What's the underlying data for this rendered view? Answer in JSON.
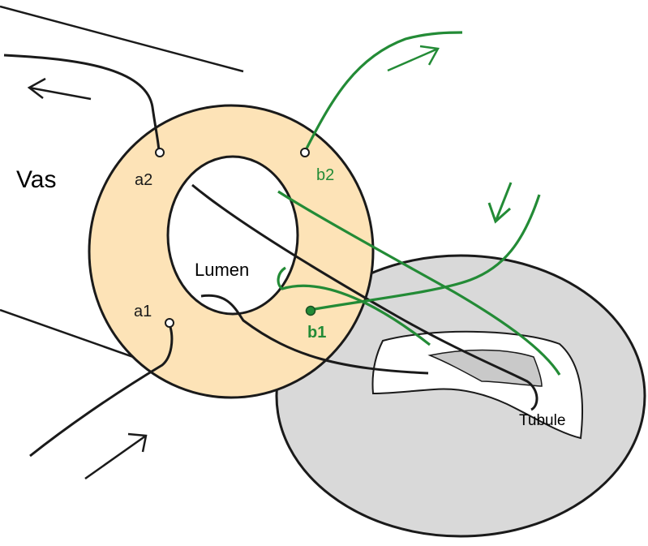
{
  "labels": {
    "vas": "Vas",
    "lumen": "Lumen",
    "tubule": "Tubule",
    "a1": "a1",
    "a2": "a2",
    "b1": "b1",
    "b2": "b2"
  },
  "colors": {
    "vas_wall": "#fde3b7",
    "epididymis": "#d9d9d9",
    "tubule": "#ffffff",
    "tubule_inner": "#c9c9c9",
    "outline": "#1a1a1a",
    "suture_black": "#1a1a1a",
    "suture_green": "#238b36",
    "background": "#ffffff"
  },
  "icons": {
    "arrow_out_left": "arrow-left-icon",
    "arrow_in_bottom": "arrow-up-right-icon",
    "arrow_out_green": "arrow-right-up-icon",
    "arrow_in_green": "arrow-down-icon"
  }
}
